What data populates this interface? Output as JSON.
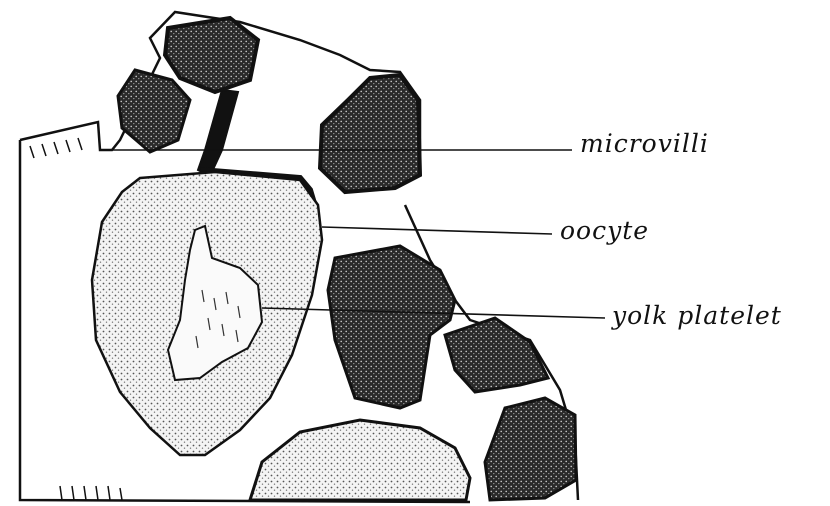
{
  "labels": {
    "microvilli": "microvilli",
    "oocyte": "oocyte",
    "yolk_platelet": "yolk platelet"
  },
  "colors": {
    "ink": "#111111",
    "paper": "#ffffff",
    "light_stipple": "#d9d9d9",
    "dark_stipple": "#3a3a3a"
  }
}
